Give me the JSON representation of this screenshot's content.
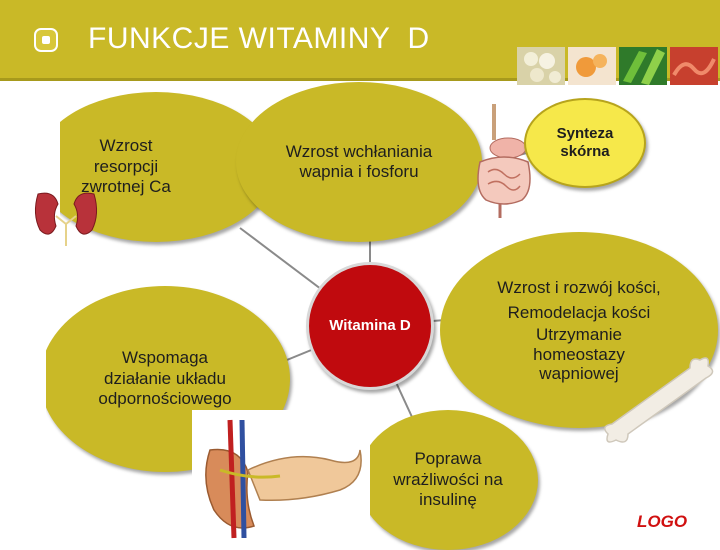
{
  "header": {
    "title": "FUNKCJE WITAMINY  D"
  },
  "center": {
    "label": "Witamina D"
  },
  "bubbles": {
    "resorption": "Wzrost\nresorpcji\nzwrotnej Ca",
    "absorption": "Wzrost wchłaniania\nwapnia i fosforu",
    "synthesis": "Synteza\nskórna",
    "bone_line1": "Wzrost i rozwój kości,",
    "bone_line2": "Remodelacja kości",
    "bone_line3": "Utrzymanie\nhomeostazy\nwapniowej",
    "immune": "Wspomaga\ndziałanie układu\nodpornościowego",
    "insulin": "Poprawa\nwrażliwości na\ninsulinę"
  },
  "footer": {
    "logo": "LOGO"
  },
  "icons": [
    "kidney-icon",
    "intestine-icon",
    "bone-icon",
    "pancreas-icon"
  ],
  "colors": {
    "header": "#c9b927",
    "bubble": "#c9b927",
    "center": "#c00a0e",
    "synthesis": "#f6e84a",
    "logo": "#d01010"
  }
}
